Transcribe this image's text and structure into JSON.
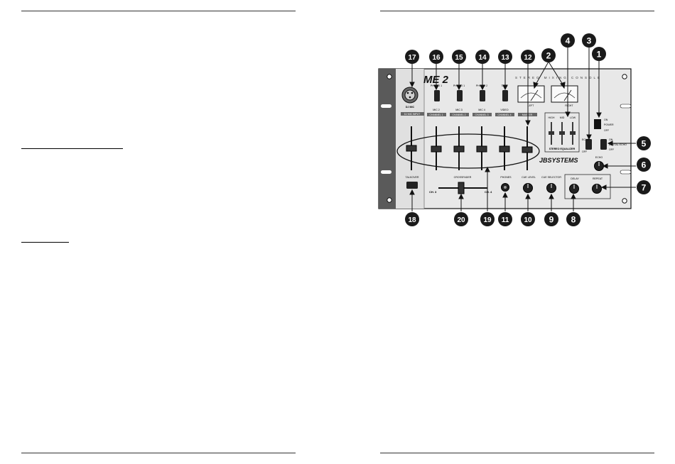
{
  "panel": {
    "brand": "ME 2",
    "tagline": "STEREO MIXING CONSOLE",
    "maker": "JBSYSTEMS",
    "colors": {
      "panel": "#e8e8e8",
      "dark": "#555555",
      "ink": "#111111",
      "callout": "#1a1a1a"
    }
  },
  "channels": [
    {
      "top": "PHONO 1",
      "bottom": "MIC 2",
      "strip": "CHANNEL 1"
    },
    {
      "top": "PHONO 1",
      "bottom": "MIC 3",
      "strip": "CHANNEL 2"
    },
    {
      "top": "PHONO 2",
      "bottom": "MIC 4",
      "strip": "CHANNEL 3"
    },
    {
      "top": "TAPE",
      "bottom": "VIDEO",
      "strip": "CHANNEL 4"
    }
  ],
  "side_labels": {
    "dj_mic": "DJ MIC",
    "dj_mic_strip": "DJ MIC INPUT",
    "master": "MASTER",
    "talkover": "TALKOVER",
    "crossfader": "CROSSFADER",
    "ch3": "CH. 3",
    "ch4": "CH. 4",
    "phones": "PHONES",
    "cue_level": "CUE LEVEL",
    "cue_selector": "CUE SELECTOR",
    "delay": "DELAY",
    "repeat": "REPEAT",
    "echo": "ECHO",
    "power": "POWER",
    "on": "ON",
    "off": "OFF",
    "echo_switch": "ECHO",
    "digital_echo": "DIGITAL ECHO",
    "eq_high": "HIGH",
    "eq_mid": "MID",
    "eq_low": "LOW",
    "eq_title": "STEREO EQUALIZER",
    "vu_left": "LEFT",
    "vu_right": "RIGHT"
  },
  "callouts": [
    "1",
    "2",
    "3",
    "4",
    "5",
    "6",
    "7",
    "8",
    "9",
    "10",
    "11",
    "12",
    "13",
    "14",
    "15",
    "16",
    "17",
    "18",
    "19",
    "20"
  ]
}
